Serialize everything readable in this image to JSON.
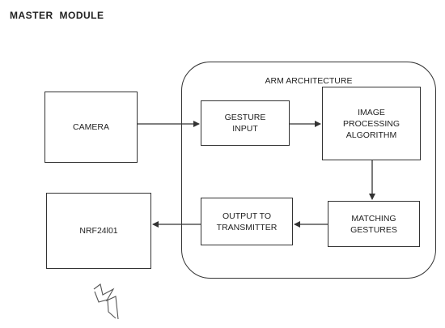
{
  "title": "MASTER   MODULE",
  "arm": {
    "label": "ARM ARCHITECTURE"
  },
  "nodes": {
    "camera": "CAMERA",
    "gesture_input": "GESTURE\nINPUT",
    "image_processing": "IMAGE\nPROCESSING\nALGORITHM",
    "matching_gestures": "MATCHING\nGESTURES",
    "output_transmitter": "OUTPUT TO\nTRANSMITTER",
    "nrf": "NRF24l01"
  },
  "edges": [
    {
      "from": "camera",
      "to": "gesture_input"
    },
    {
      "from": "gesture_input",
      "to": "image_processing"
    },
    {
      "from": "image_processing",
      "to": "matching_gestures"
    },
    {
      "from": "matching_gestures",
      "to": "output_transmitter"
    },
    {
      "from": "output_transmitter",
      "to": "nrf"
    }
  ],
  "icons": [
    "lightning-icon"
  ]
}
